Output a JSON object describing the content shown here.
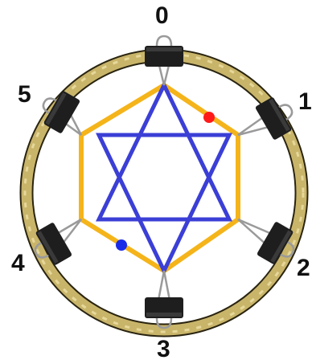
{
  "colors": {
    "ring_outer": "#2a2410",
    "ring_fill": "#c9b56a",
    "ring_highlight": "#e6d89a",
    "hexagon": "#f4b41a",
    "star": "#3b3fd6",
    "clip_body": "#1e1e1e",
    "clip_wire": "#9a9a9a",
    "dot_red": "#ff1a1a",
    "dot_blue": "#1a2be8"
  },
  "clips": [
    {
      "id": "0",
      "label": "0"
    },
    {
      "id": "1",
      "label": "1"
    },
    {
      "id": "2",
      "label": "2"
    },
    {
      "id": "3",
      "label": "3"
    },
    {
      "id": "4",
      "label": "4"
    },
    {
      "id": "5",
      "label": "5"
    }
  ],
  "icons": [
    "binder-clip-icon",
    "red-dot",
    "blue-dot"
  ]
}
